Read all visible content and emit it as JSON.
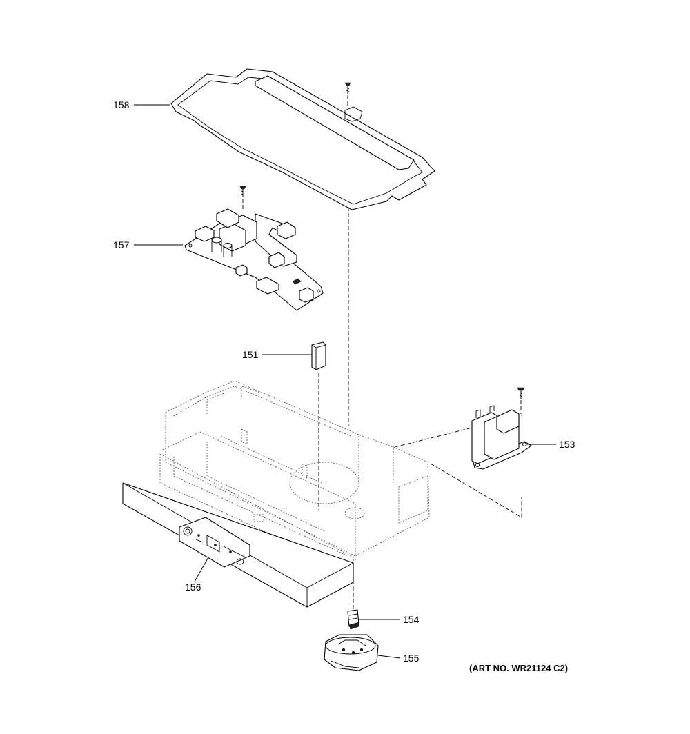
{
  "callouts": {
    "c158": "158",
    "c157": "157",
    "c151": "151",
    "c153": "153",
    "c156": "156",
    "c154": "154",
    "c155": "155"
  },
  "art_number": "(ART NO. WR21124 C2)"
}
